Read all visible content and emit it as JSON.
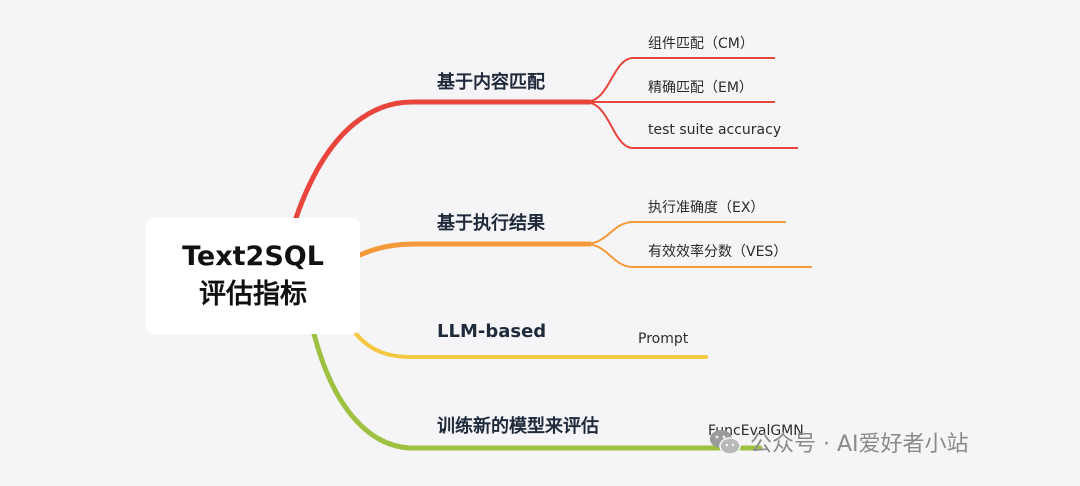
{
  "root": {
    "line1": "Text2SQL",
    "line2": "评估指标"
  },
  "branches": [
    {
      "label": "基于内容匹配",
      "color": "#e8453c",
      "leaves": [
        "组件匹配（CM）",
        "精确匹配（EM）",
        "test suite accuracy"
      ]
    },
    {
      "label": "基于执行结果",
      "color": "#f59a3b",
      "leaves": [
        "执行准确度（EX）",
        "有效效率分数（VES）"
      ]
    },
    {
      "label": "LLM-based",
      "color": "#f5c842",
      "leaves": [
        "Prompt"
      ]
    },
    {
      "label": "训练新的模型来评估",
      "color": "#9dc141",
      "leaves": [
        "FuncEvalGMN"
      ]
    }
  ],
  "watermark": {
    "text": "公众号 · AI爱好者小站",
    "icon": "wechat-icon"
  }
}
